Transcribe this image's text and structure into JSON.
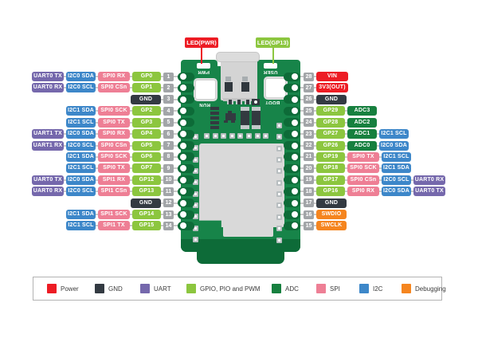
{
  "colors": {
    "power": "#ed1c24",
    "gnd": "#333a42",
    "uart": "#7568ac",
    "gpio": "#8cc63f",
    "adc": "#17803f",
    "spi": "#ee7f95",
    "i2c": "#3d87c9",
    "debug": "#f5851f",
    "pin": "#a2a5a8",
    "board_green": "#178449",
    "board_dark_green": "#0d6b38",
    "line": "#c9c9c9"
  },
  "callouts": {
    "led_pwr": {
      "label": "LED(PWR)",
      "color": "#ed1c24"
    },
    "led_gp13": {
      "label": "LED(GP13)",
      "color": "#8cc63f"
    }
  },
  "board": {
    "silkscreen": {
      "pwr": "PWR",
      "user": "USER",
      "run": "RUN",
      "boot": "BOOT"
    }
  },
  "left_pins": [
    {
      "num": "1",
      "labels": [
        {
          "t": "UART0 TX",
          "c": "uart"
        },
        {
          "t": "I2C0 SDA",
          "c": "i2c"
        },
        {
          "t": "SPI0 RX",
          "c": "spi"
        },
        {
          "t": "GP0",
          "c": "gpio"
        }
      ]
    },
    {
      "num": "2",
      "labels": [
        {
          "t": "UART0 RX",
          "c": "uart"
        },
        {
          "t": "I2C0 SCL",
          "c": "i2c"
        },
        {
          "t": "SPI0 CSn",
          "c": "spi"
        },
        {
          "t": "GP1",
          "c": "gpio"
        }
      ]
    },
    {
      "num": "3",
      "labels": [
        {
          "t": "GND",
          "c": "gnd"
        }
      ]
    },
    {
      "num": "4",
      "labels": [
        {
          "t": "I2C1 SDA",
          "c": "i2c"
        },
        {
          "t": "SPI0 SCK",
          "c": "spi"
        },
        {
          "t": "GP2",
          "c": "gpio"
        }
      ]
    },
    {
      "num": "5",
      "labels": [
        {
          "t": "I2C1 SCL",
          "c": "i2c"
        },
        {
          "t": "SPI0 TX",
          "c": "spi"
        },
        {
          "t": "GP3",
          "c": "gpio"
        }
      ]
    },
    {
      "num": "6",
      "labels": [
        {
          "t": "UART1 TX",
          "c": "uart"
        },
        {
          "t": "I2C0 SDA",
          "c": "i2c"
        },
        {
          "t": "SPI0 RX",
          "c": "spi"
        },
        {
          "t": "GP4",
          "c": "gpio"
        }
      ]
    },
    {
      "num": "7",
      "labels": [
        {
          "t": "UART1 RX",
          "c": "uart"
        },
        {
          "t": "I2C0 SCL",
          "c": "i2c"
        },
        {
          "t": "SPI0 CSn",
          "c": "spi"
        },
        {
          "t": "GP5",
          "c": "gpio"
        }
      ]
    },
    {
      "num": "8",
      "labels": [
        {
          "t": "I2C1 SDA",
          "c": "i2c"
        },
        {
          "t": "SPI0 SCK",
          "c": "spi"
        },
        {
          "t": "GP6",
          "c": "gpio"
        }
      ]
    },
    {
      "num": "9",
      "labels": [
        {
          "t": "I2C1 SCL",
          "c": "i2c"
        },
        {
          "t": "SPI0 TX",
          "c": "spi"
        },
        {
          "t": "GP7",
          "c": "gpio"
        }
      ]
    },
    {
      "num": "10",
      "labels": [
        {
          "t": "UART0 TX",
          "c": "uart"
        },
        {
          "t": "I2C0 SDA",
          "c": "i2c"
        },
        {
          "t": "SPI1 RX",
          "c": "spi"
        },
        {
          "t": "GP12",
          "c": "gpio"
        }
      ]
    },
    {
      "num": "11",
      "labels": [
        {
          "t": "UART0 RX",
          "c": "uart"
        },
        {
          "t": "I2C0 SCL",
          "c": "i2c"
        },
        {
          "t": "SPI1 CSn",
          "c": "spi"
        },
        {
          "t": "GP13",
          "c": "gpio"
        }
      ]
    },
    {
      "num": "12",
      "labels": [
        {
          "t": "GND",
          "c": "gnd"
        }
      ]
    },
    {
      "num": "13",
      "labels": [
        {
          "t": "I2C1 SDA",
          "c": "i2c"
        },
        {
          "t": "SPI1 SCK",
          "c": "spi"
        },
        {
          "t": "GP14",
          "c": "gpio"
        }
      ]
    },
    {
      "num": "14",
      "labels": [
        {
          "t": "I2C1 SCL",
          "c": "i2c"
        },
        {
          "t": "SPI1 TX",
          "c": "spi"
        },
        {
          "t": "GP15",
          "c": "gpio"
        }
      ]
    }
  ],
  "right_pins": [
    {
      "num": "28",
      "labels": [
        {
          "t": "VIN",
          "c": "power"
        }
      ]
    },
    {
      "num": "27",
      "labels": [
        {
          "t": "3V3(OUT)",
          "c": "power"
        }
      ]
    },
    {
      "num": "26",
      "labels": [
        {
          "t": "GND",
          "c": "gnd"
        }
      ]
    },
    {
      "num": "25",
      "labels": [
        {
          "t": "GP29",
          "c": "gpio"
        },
        {
          "t": "ADC3",
          "c": "adc"
        }
      ]
    },
    {
      "num": "24",
      "labels": [
        {
          "t": "GP28",
          "c": "gpio"
        },
        {
          "t": "ADC2",
          "c": "adc"
        }
      ]
    },
    {
      "num": "23",
      "labels": [
        {
          "t": "GP27",
          "c": "gpio"
        },
        {
          "t": "ADC1",
          "c": "adc"
        },
        {
          "t": "I2C1 SCL",
          "c": "i2c"
        }
      ]
    },
    {
      "num": "22",
      "labels": [
        {
          "t": "GP26",
          "c": "gpio"
        },
        {
          "t": "ADC0",
          "c": "adc"
        },
        {
          "t": "I2C0 SDA",
          "c": "i2c"
        }
      ]
    },
    {
      "num": "21",
      "labels": [
        {
          "t": "GP19",
          "c": "gpio"
        },
        {
          "t": "SPI0 TX",
          "c": "spi"
        },
        {
          "t": "I2C1 SCL",
          "c": "i2c"
        }
      ]
    },
    {
      "num": "20",
      "labels": [
        {
          "t": "GP18",
          "c": "gpio"
        },
        {
          "t": "SPI0 SCK",
          "c": "spi"
        },
        {
          "t": "I2C1 SDA",
          "c": "i2c"
        }
      ]
    },
    {
      "num": "19",
      "labels": [
        {
          "t": "GP17",
          "c": "gpio"
        },
        {
          "t": "SPI0 CSn",
          "c": "spi"
        },
        {
          "t": "I2C0 SCL",
          "c": "i2c"
        },
        {
          "t": "UART0 RX",
          "c": "uart"
        }
      ]
    },
    {
      "num": "18",
      "labels": [
        {
          "t": "GP16",
          "c": "gpio"
        },
        {
          "t": "SPI0 RX",
          "c": "spi"
        },
        {
          "t": "I2C0 SDA",
          "c": "i2c"
        },
        {
          "t": "UART0 TX",
          "c": "uart"
        }
      ]
    },
    {
      "num": "17",
      "labels": [
        {
          "t": "GND",
          "c": "gnd"
        }
      ]
    },
    {
      "num": "16",
      "labels": [
        {
          "t": "SWDIO",
          "c": "debug"
        }
      ]
    },
    {
      "num": "15",
      "labels": [
        {
          "t": "SWCLK",
          "c": "debug"
        }
      ]
    }
  ],
  "legend": {
    "items": [
      {
        "label": "Power",
        "c": "power"
      },
      {
        "label": "GND",
        "c": "gnd"
      },
      {
        "label": "UART",
        "c": "uart"
      },
      {
        "label": "GPIO, PIO and PWM",
        "c": "gpio"
      },
      {
        "label": "ADC",
        "c": "adc"
      },
      {
        "label": "SPI",
        "c": "spi"
      },
      {
        "label": "I2C",
        "c": "i2c"
      },
      {
        "label": "Debugging",
        "c": "debug"
      }
    ]
  }
}
